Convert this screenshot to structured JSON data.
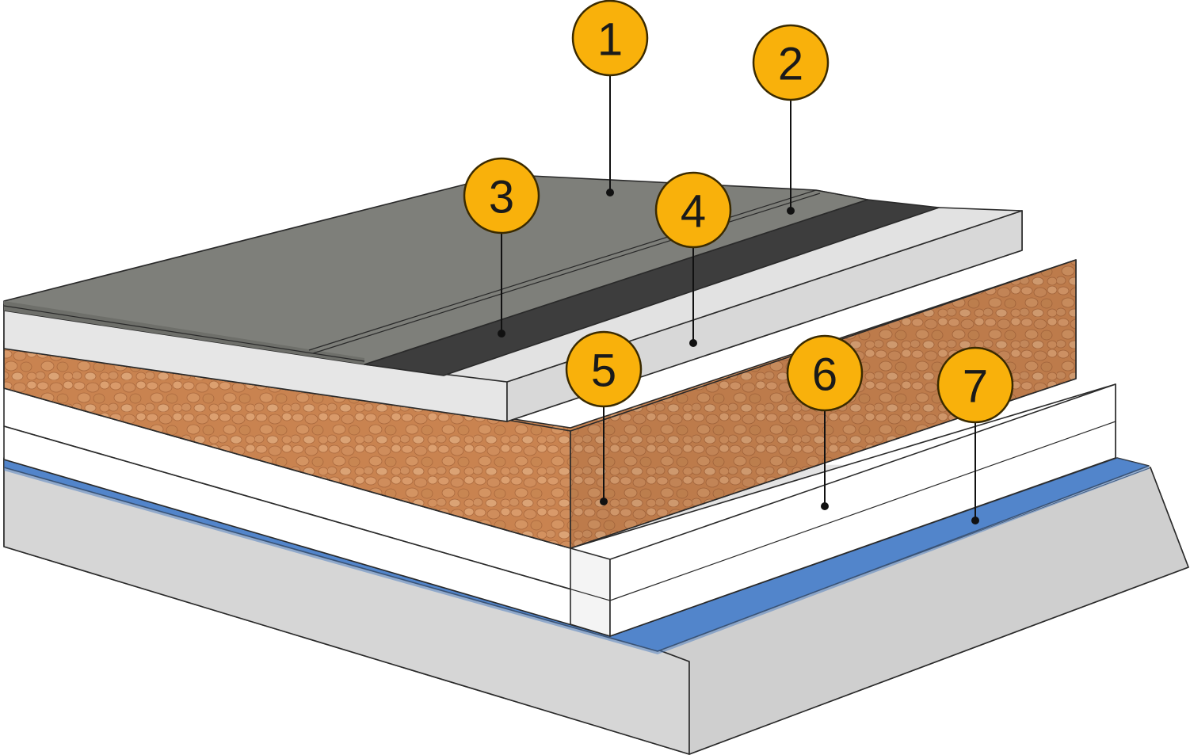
{
  "colors": {
    "callout_fill": "#f9b10b",
    "callout_stroke": "#3a2a00",
    "top_membrane": "#7e7f7a",
    "bitumen_strip": "#3d3d3d",
    "screed": "#e2e2e2",
    "expanded_clay": "#c98350",
    "insulation": "#ffffff",
    "vapor_barrier": "#5b8fd6",
    "concrete_slab": "#dcdcdc"
  },
  "callouts": [
    {
      "id": "1",
      "label": "1"
    },
    {
      "id": "2",
      "label": "2"
    },
    {
      "id": "3",
      "label": "3"
    },
    {
      "id": "4",
      "label": "4"
    },
    {
      "id": "5",
      "label": "5"
    },
    {
      "id": "6",
      "label": "6"
    },
    {
      "id": "7",
      "label": "7"
    }
  ]
}
